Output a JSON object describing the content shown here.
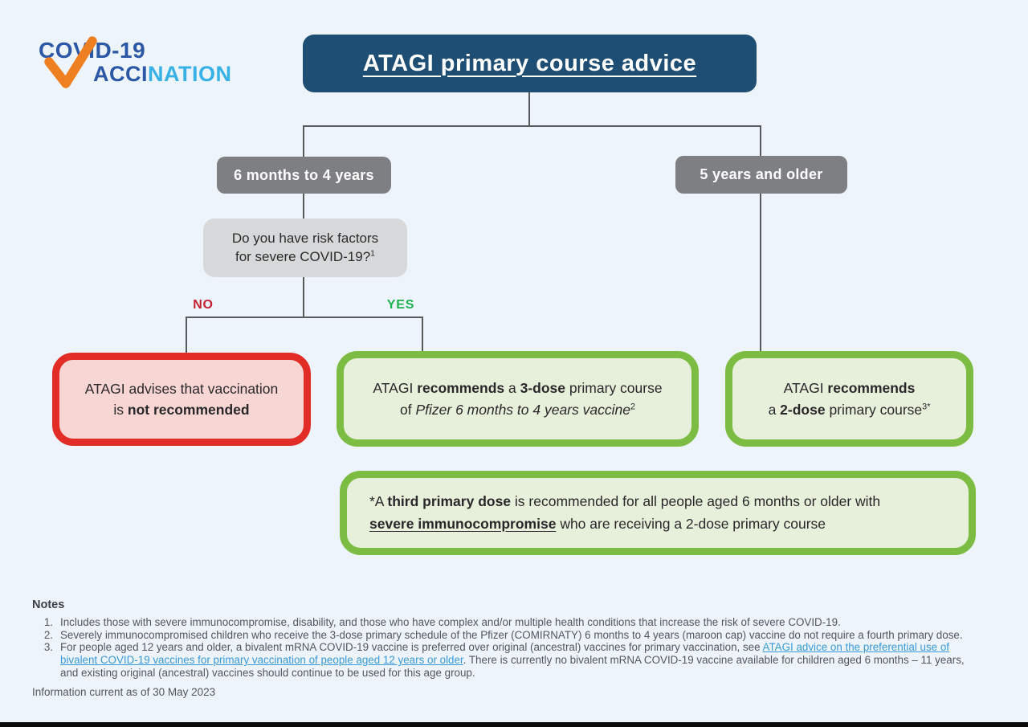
{
  "page": {
    "footer": "Information current as of 30 May 2023",
    "background": "#edf4fb",
    "bottom_edge_color": "#0b0b0b"
  },
  "logo": {
    "line1": "COVID-19",
    "line2_dark": "ACCI",
    "line2_light": "NATION",
    "check_icon": "check-icon",
    "colors": {
      "dark_blue": "#2b57a6",
      "light_blue": "#38b2e6",
      "check_orange": "#ef8022"
    }
  },
  "title": {
    "text": "ATAGI primary course advice",
    "bg": "#1e4e74"
  },
  "flow": {
    "age_left": "6 months to 4 years",
    "age_right": "5 years and older",
    "age_badge_bg": "#7e7f82",
    "decision_bg": "#d7d8d9",
    "decision": [
      {
        "t": "Do you have risk factors"
      },
      {
        "br": true
      },
      {
        "t": "for severe COVID-19?"
      },
      {
        "t": "1",
        "sup": true
      }
    ],
    "no_label": "NO",
    "yes_label": "YES",
    "no_color": "#c01e2f",
    "yes_color": "#1eb150",
    "line_color": "#58595b",
    "outcome_not_recommended": [
      {
        "t": "ATAGI advises that vaccination"
      },
      {
        "br": true
      },
      {
        "t": "is "
      },
      {
        "t": "not recommended",
        "b": true
      }
    ],
    "outcome_3dose": [
      {
        "t": "ATAGI "
      },
      {
        "t": "recommends",
        "b": true
      },
      {
        "t": " a "
      },
      {
        "t": "3-dose",
        "b": true
      },
      {
        "t": " primary course"
      },
      {
        "br": true
      },
      {
        "t": "of "
      },
      {
        "t": "Pfizer 6 months to 4 years vaccine",
        "i": true
      },
      {
        "t": "2",
        "sup": true
      }
    ],
    "outcome_2dose": [
      {
        "t": "ATAGI "
      },
      {
        "t": "recommends",
        "b": true
      },
      {
        "br": true
      },
      {
        "t": "a "
      },
      {
        "t": "2-dose",
        "b": true
      },
      {
        "t": " primary course"
      },
      {
        "t": "3*",
        "sup": true
      }
    ],
    "footnote_box": [
      {
        "t": "*A "
      },
      {
        "t": "third primary dose",
        "b": true
      },
      {
        "t": " is recommended for all people aged 6 months or older with"
      },
      {
        "br": true
      },
      {
        "t": "severe immunocompromise",
        "b": true,
        "u": true
      },
      {
        "t": " who are receiving a 2-dose primary course"
      }
    ],
    "colors": {
      "red_border": "#e22d26",
      "red_fill": "#f8d6d4",
      "green_border": "#7dbc42",
      "green_fill": "#e7f0da"
    }
  },
  "notes": {
    "heading": "Notes",
    "link_color": "#3a99d8",
    "items": [
      {
        "num": "1.",
        "rich": [
          {
            "t": "Includes those with severe immunocompromise, disability, and those who have complex and/or multiple health conditions that increase the risk of severe COVID-19."
          }
        ]
      },
      {
        "num": "2.",
        "rich": [
          {
            "t": "Severely immunocompromised children who receive the 3-dose primary schedule of the Pfizer (COMIRNATY) 6 months to 4 years (maroon cap) vaccine do not require a fourth primary dose."
          }
        ]
      },
      {
        "num": "3.",
        "rich": [
          {
            "t": "For people aged 12 years and older, a bivalent mRNA COVID-19 vaccine is preferred over original (ancestral) vaccines for primary vaccination, see "
          },
          {
            "t": "ATAGI advice on the preferential use of bivalent COVID-19 vaccines for primary vaccination of people aged 12 years or older",
            "link": true
          },
          {
            "t": ". There is currently no bivalent mRNA COVID-19 vaccine available for children aged 6 months – 11 years, and existing original (ancestral) vaccines should continue to be used for this age group."
          }
        ]
      }
    ]
  }
}
